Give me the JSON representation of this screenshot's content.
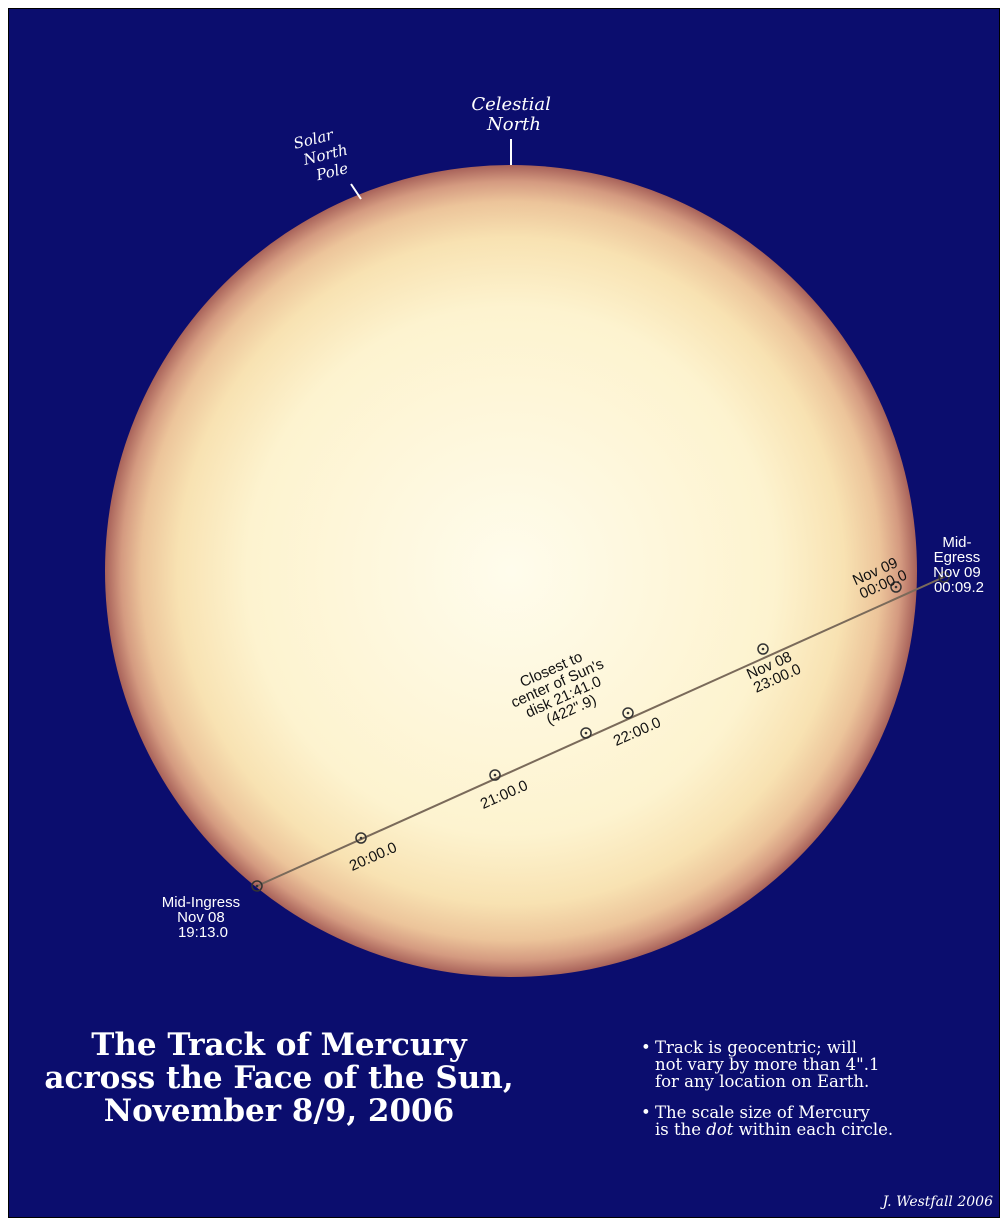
{
  "labels": {
    "celestial_north": [
      "Celestial",
      "North"
    ],
    "solar_north_pole": [
      "Solar",
      "North",
      "Pole"
    ]
  },
  "track": {
    "mid_ingress": [
      "Mid-Ingress",
      "Nov 08",
      "19:13.0"
    ],
    "mid_egress": [
      "Mid-",
      "Egress",
      "Nov  09",
      "00:09.2"
    ],
    "closest": [
      "Closest to",
      "center of Sun's",
      "disk 21:41.0",
      "(422\".9)"
    ],
    "times": {
      "t2000": "20:00.0",
      "t2100": "21:00.0",
      "t2200": "22:00.0",
      "t2300": [
        "Nov 08",
        "23:00.0"
      ],
      "t0000": [
        "Nov 09",
        "00:00.0"
      ]
    }
  },
  "title": [
    "The Track of Mercury",
    "across the Face of the Sun,",
    "November 8/9, 2006"
  ],
  "notes": [
    "Track is geocentric; will\nnot vary by more than 4\".1\nfor any location on Earth.",
    "The scale size of Mercury\nis the dot within each circle."
  ],
  "notes_emphasis": "dot",
  "credit": "J. Westfall 2006",
  "colors": {
    "background": "#0b0d6e",
    "sun_center": "#fffbe8",
    "sun_limb": "#a8625a",
    "track": "#7a6a5a"
  }
}
